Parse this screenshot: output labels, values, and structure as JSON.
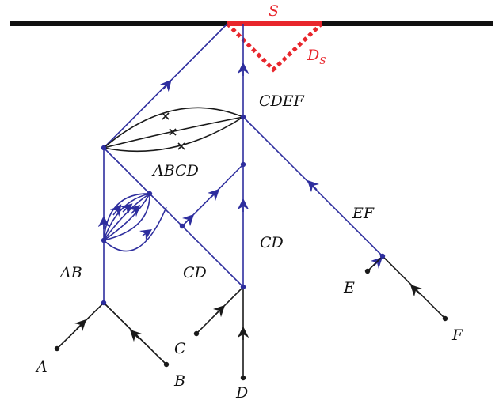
{
  "colors": {
    "blue": "#2e2e9e",
    "black": "#1a1a1a",
    "red": "#e8262c"
  },
  "labels": {
    "S": "S",
    "DS_main": "D",
    "DS_sub": "S",
    "CDEF": "CDEF",
    "ABCD": "ABCD",
    "EF": "EF",
    "CD_mid": "CD",
    "CD_low": "CD",
    "AB": "AB",
    "A": "A",
    "B": "B",
    "C": "C",
    "D": "D",
    "E": "E",
    "F": "F"
  }
}
